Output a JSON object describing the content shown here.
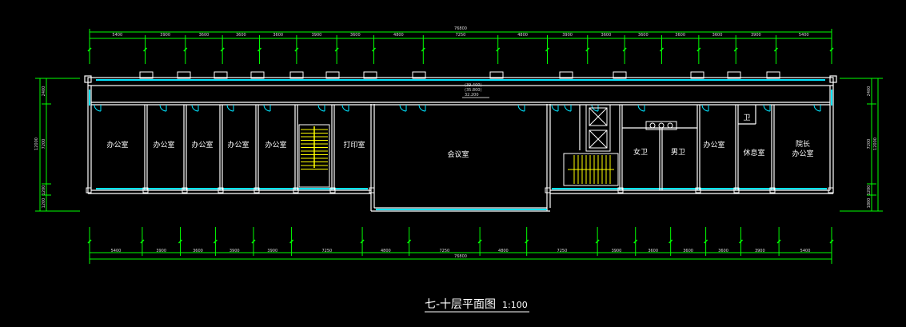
{
  "drawing": {
    "title": "七-十层平面图",
    "scale": "1:100",
    "elevations": [
      "(39.400)",
      "(35.800)",
      "32.200"
    ]
  },
  "top_dimensions": {
    "total": "76800",
    "segments": [
      "5400",
      "3900",
      "3600",
      "3600",
      "3600",
      "3900",
      "3600",
      "4800",
      "7250",
      "4800",
      "3900",
      "3600",
      "3600",
      "3600",
      "3600",
      "3900",
      "5400"
    ]
  },
  "bottom_dimensions": {
    "total": "76800",
    "segments": [
      "5400",
      "3900",
      "3600",
      "3900",
      "3900",
      "7250",
      "4800",
      "7250",
      "4800",
      "7250",
      "3900",
      "3600",
      "3600",
      "3600",
      "3900",
      "5400"
    ]
  },
  "left_dimensions": {
    "total": "12000",
    "segments": [
      "2400",
      "7200",
      "1200",
      "1200"
    ]
  },
  "right_dimensions": {
    "total": "12000",
    "segments": [
      "2400",
      "7200",
      "1200",
      "1800"
    ]
  },
  "rooms": [
    {
      "id": "office-1",
      "label": "办公室"
    },
    {
      "id": "office-2",
      "label": "办公室"
    },
    {
      "id": "office-3",
      "label": "办公室"
    },
    {
      "id": "office-4",
      "label": "办公室"
    },
    {
      "id": "office-5",
      "label": "办公室"
    },
    {
      "id": "print-room",
      "label": "打印室"
    },
    {
      "id": "meeting-room",
      "label": "会议室"
    },
    {
      "id": "women-wc",
      "label": "女卫"
    },
    {
      "id": "men-wc",
      "label": "男卫"
    },
    {
      "id": "office-6",
      "label": "办公室"
    },
    {
      "id": "restroom",
      "label": "休息室"
    },
    {
      "id": "wc-small",
      "label": "卫"
    },
    {
      "id": "president-office-l1",
      "label": "院长"
    },
    {
      "id": "president-office-l2",
      "label": "办公室"
    }
  ],
  "colors": {
    "background": "#000000",
    "wall": "#ffffff",
    "window": "#00e5ff",
    "dimension": "#00ff00",
    "stair": "#ffff00",
    "text": "#ffffff"
  }
}
